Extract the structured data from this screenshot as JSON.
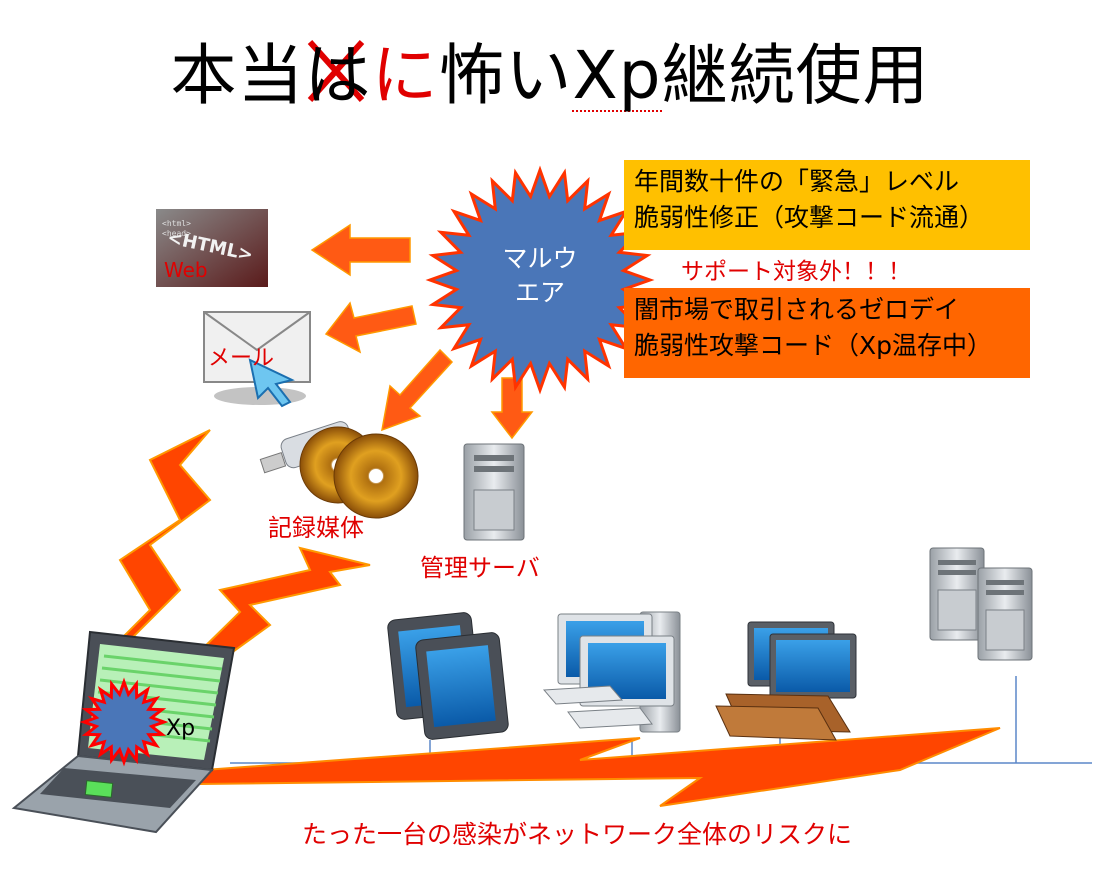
{
  "title": {
    "prefix": "本当",
    "struck": "は",
    "replacement": "に",
    "rest_before_xp": "怖い",
    "xp": "Xp",
    "rest_after_xp": "継続使用"
  },
  "malware": {
    "line1": "マルウ",
    "line2": "エア"
  },
  "box_urgent": {
    "line1": "年間数十件の「緊急」レベル",
    "line2": "脆弱性修正（攻撃コード流通）",
    "color": "#ffc000"
  },
  "support_text": "サポート対象外！！！",
  "box_zeroday": {
    "line1": "闇市場で取引されるゼロデイ",
    "line2": "脆弱性攻撃コード（Xp温存中）",
    "color": "#ff6600"
  },
  "web_icon": {
    "label": "Web",
    "icon": "html-web-icon"
  },
  "mail_icon": {
    "label": "メール",
    "icon": "envelope-icon"
  },
  "media_label": "記録媒体",
  "server_label": "管理サーバ",
  "laptop_os_label": "Xp",
  "risk_caption": "たった一台の感染がネットワーク全体のリスクに",
  "colors": {
    "arrow": "#ff5a14",
    "lightning": "#ff4000",
    "burst": "#4a76b8",
    "accent_red": "#e00000"
  }
}
